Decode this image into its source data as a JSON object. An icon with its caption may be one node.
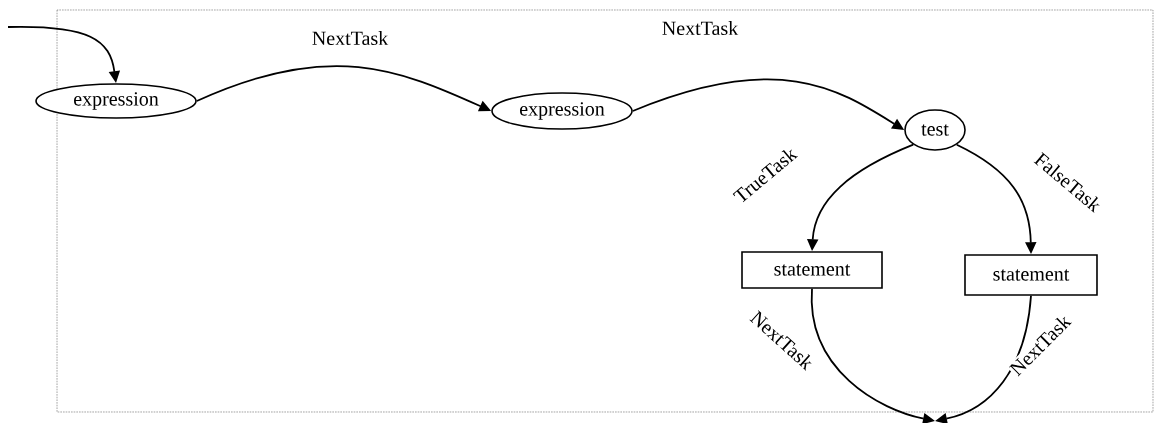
{
  "diagram": {
    "nodes": [
      {
        "text": [
          "expression"
        ]
      },
      {
        "text": [
          "expression"
        ]
      },
      {
        "text": [
          "test"
        ]
      },
      {
        "text": [
          "statement"
        ]
      },
      {
        "text": [
          "statement"
        ]
      }
    ],
    "edges": [
      {
        "from": null,
        "to": 0,
        "arrow": "to"
      },
      {
        "from": 0,
        "to": 1,
        "arrow": "to",
        "label": "NextTask"
      },
      {
        "from": 1,
        "to": 2,
        "arrow": "to",
        "label": "NextTask"
      },
      {
        "from": 2,
        "to": 3,
        "arrow": "to",
        "label": "TrueTask"
      },
      {
        "from": 2,
        "to": 4,
        "arrow": "to",
        "label": "FalseTask"
      },
      {
        "from": 3,
        "to": null,
        "arrow": "to",
        "label": "NextTask"
      },
      {
        "from": 4,
        "to": null,
        "arrow": "to",
        "label": "NextTask"
      }
    ]
  }
}
